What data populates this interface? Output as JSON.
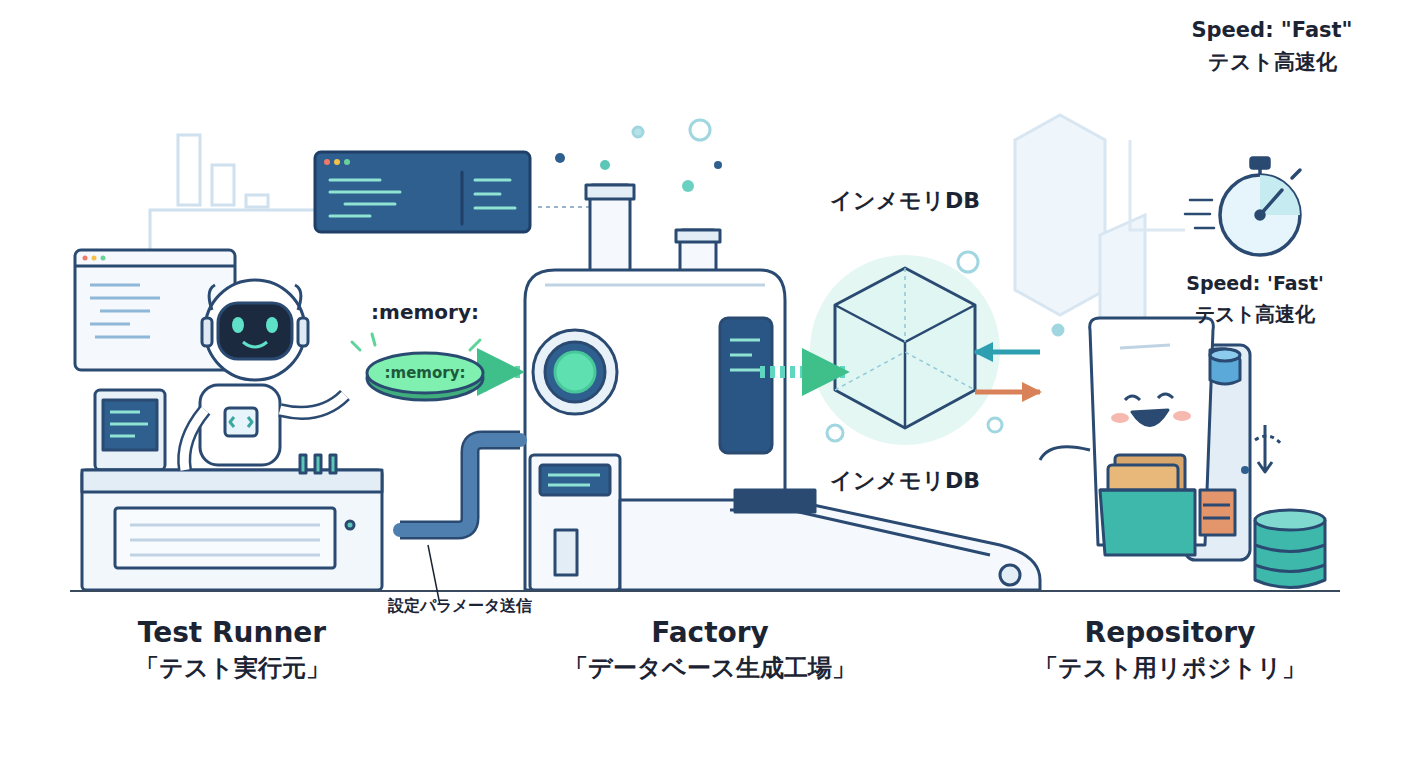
{
  "diagram": {
    "nodes": [
      {
        "text": [
          "Test Runner",
          "「テスト実行元」"
        ]
      },
      {
        "text": [
          ":memory:",
          ":memory:"
        ]
      },
      {
        "text": [
          "Factory",
          "「データベース生成工場」"
        ]
      },
      {
        "text": [
          "インメモリDB",
          "インメモリDB"
        ]
      },
      {
        "text": [
          "Repository",
          "「テスト用リポジトリ」"
        ]
      }
    ],
    "edges": [
      {
        "from": 0,
        "to": 2,
        "label": "設定パラメータ送信",
        "arrow": "none"
      },
      {
        "from": 1,
        "to": 2,
        "arrow": "to"
      },
      {
        "from": 2,
        "to": 3,
        "arrow": "to"
      },
      {
        "from": 4,
        "to": 3,
        "arrow": "to"
      },
      {
        "from": 3,
        "to": 4,
        "arrow": "to"
      }
    ],
    "labels": [
      "Speed: \"Fast\"",
      "テスト高速化",
      "Speed: 'Fast'",
      "テスト高速化"
    ]
  }
}
